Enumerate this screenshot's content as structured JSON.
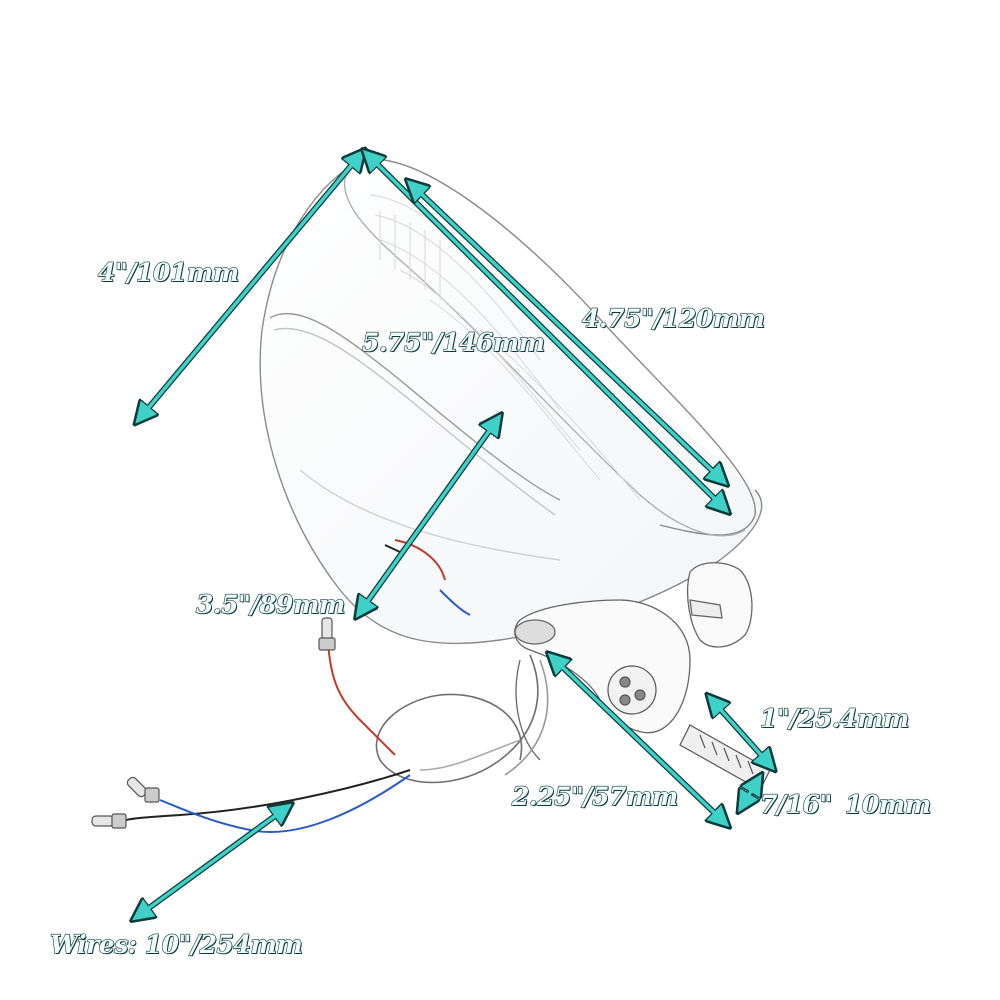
{
  "labels": {
    "width": "4\"/101mm",
    "diameter": "5.75\"/146mm",
    "lens": "4.75\"/120mm",
    "depth": "3.5\"/89mm",
    "bracket": "1\"/25.4mm",
    "mount": "2.25\"/57mm",
    "bolt_in": "7/16\"",
    "bolt_mm": "10mm",
    "wires": "Wires: 10\"/254mm"
  },
  "colors": {
    "arrow_fill": "#3fd1c8",
    "arrow_outline": "#0d3b3b",
    "outline": "#6e6e6e",
    "wire_red": "#c0392b",
    "wire_black": "#222222",
    "wire_blue": "#2a5bc4"
  }
}
